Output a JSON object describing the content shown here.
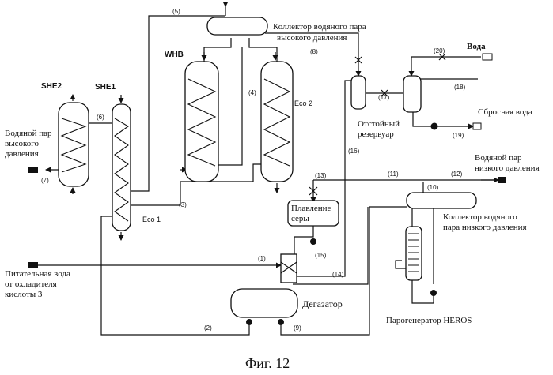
{
  "equipment": {
    "she2": "SHE2",
    "she1": "SHE1",
    "whb": "WHB",
    "eco2": "Eco 2",
    "eco1": "Eco 1"
  },
  "labels": {
    "hp_collector": [
      "Коллектор водяного пара",
      "высокого давления"
    ],
    "water": "Вода",
    "discharge_water": "Сбросная вода",
    "settling_tank": [
      "Отстойный",
      "резервуар"
    ],
    "hp_steam": [
      "Водяной пар",
      "высокого",
      "давления"
    ],
    "lp_steam": [
      "Водяной пар",
      "низкого давления"
    ],
    "lp_collector": [
      "Коллектор водяного",
      "пара низкого давления"
    ],
    "sulfur_melting": [
      "Плавление",
      "серы"
    ],
    "feed_water": [
      "Питательная вода",
      "от охладителя",
      "кислоты 3"
    ],
    "deaerator": "Дегазатор",
    "heros": "Парогенератор HEROS",
    "figure": "Фиг. 12"
  },
  "streams": [
    "(1)",
    "(2)",
    "(3)",
    "(4)",
    "(5)",
    "(6)",
    "(7)",
    "(8)",
    "(9)",
    "(10)",
    "(11)",
    "(12)",
    "(13)",
    "(14)",
    "(15)",
    "(16)",
    "(17)",
    "(18)",
    "(19)",
    "(20)"
  ]
}
